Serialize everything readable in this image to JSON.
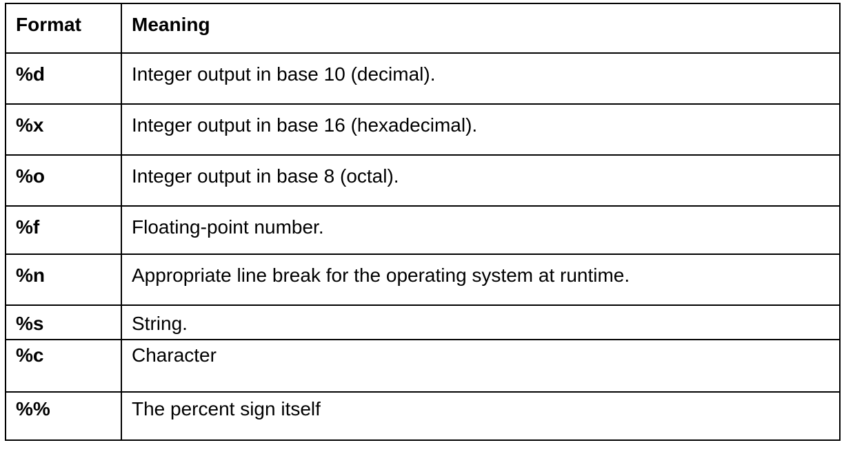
{
  "table": {
    "headers": {
      "format": "Format",
      "meaning": "Meaning"
    },
    "rows": [
      {
        "format": "%d",
        "meaning": "Integer output in base 10 (decimal)."
      },
      {
        "format": "%x",
        "meaning": "Integer output in base 16 (hexadecimal)."
      },
      {
        "format": "%o",
        "meaning": "Integer output in base 8 (octal)."
      },
      {
        "format": "%f",
        "meaning": "Floating-point number."
      },
      {
        "format": "%n",
        "meaning": "Appropriate line break for the operating system at runtime."
      },
      {
        "format": "%s",
        "meaning": "String."
      },
      {
        "format": "%c",
        "meaning": "Character"
      },
      {
        "format": "%%",
        "meaning": "The percent sign itself"
      }
    ]
  }
}
